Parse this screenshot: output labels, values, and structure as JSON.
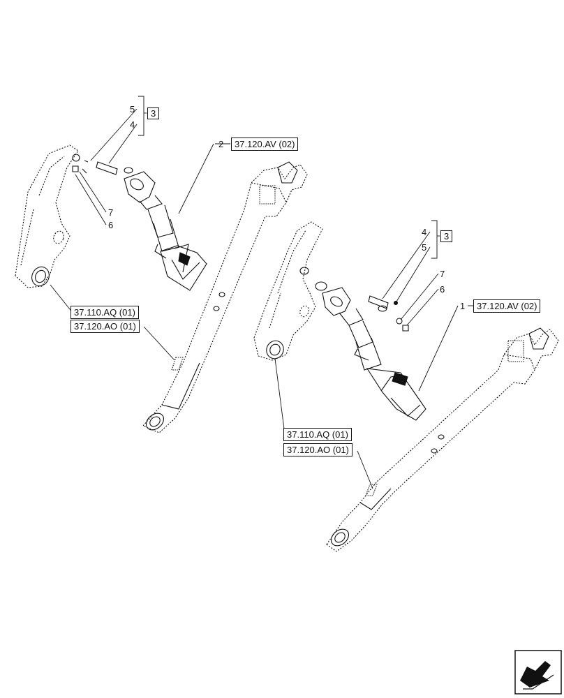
{
  "callouts": {
    "left_group": {
      "item_5": "5",
      "item_4": "4",
      "group_ref": "3",
      "item_7": "7",
      "item_6": "6",
      "item_2": "2",
      "ref_arm": "37.120.AV (02)",
      "ref_lift_arm": "37.110.AQ (01)",
      "ref_lower_link": "37.120.AO (01)"
    },
    "right_group": {
      "item_4": "4",
      "item_5": "5",
      "group_ref": "3",
      "item_7": "7",
      "item_6": "6",
      "item_1": "1",
      "ref_arm": "37.120.AV (02)",
      "ref_lift_arm": "37.110.AQ (01)",
      "ref_lower_link": "37.120.AO (01)"
    }
  },
  "icons": {
    "navigation": "next-page-arrow-icon"
  }
}
